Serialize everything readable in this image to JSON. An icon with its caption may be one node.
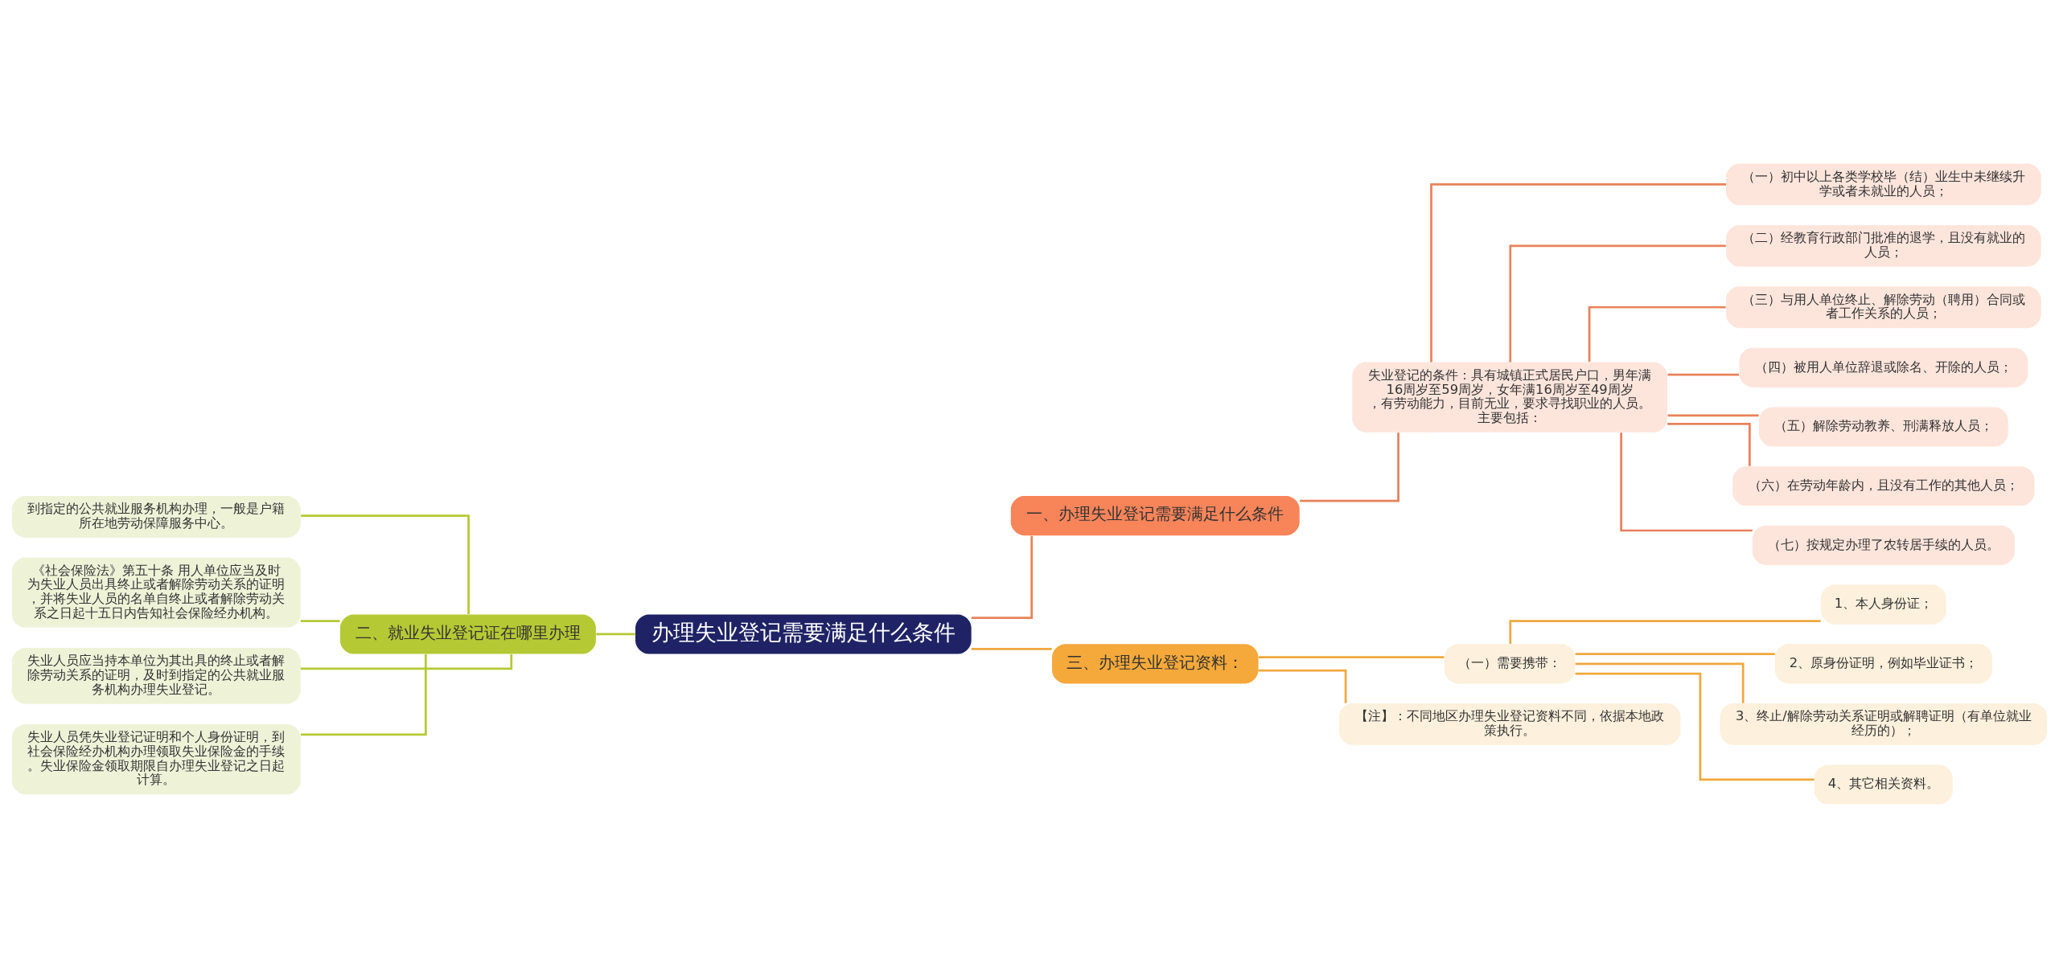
{
  "diagram": {
    "nodes": [
      {
        "text": [
          "办理失业登记需要满足什么条件"
        ]
      },
      {
        "text": [
          "二、就业失业登记证在哪里办理"
        ]
      },
      {
        "text": [
          "到指定的公共就业服务机构办理，一般是户籍所在地劳动保障服务中心。"
        ]
      },
      {
        "text": [
          "《社会保险法》第五十条 用人单位应当及时为失业人员出具终止或者解除劳动关系的证明，并将失业人员的名单自终止或者解除劳动关系之日起十五日内告知社会保险经办机构。"
        ]
      },
      {
        "text": [
          "失业人员应当持本单位为其出具的终止或者解除劳动关系的证明，及时到指定的公共就业服务机构办理失业登记。"
        ]
      },
      {
        "text": [
          "失业人员凭失业登记证明和个人身份证明，到社会保险经办机构办理领取失业保险金的手续。失业保险金领取期限自办理失业登记之日起计算。"
        ]
      },
      {
        "text": [
          "一、办理失业登记需要满足什么条件"
        ]
      },
      {
        "text": [
          "失业登记的条件：具有城镇正式居民户口，男年满16周岁至59周岁，女年满16周岁至49周岁，有劳动能力，目前无业，要求寻找职业的人员。主要包括："
        ]
      },
      {
        "text": [
          "（一）初中以上各类学校毕（结）业生中未继续升学或者未就业的人员；"
        ]
      },
      {
        "text": [
          "（二）经教育行政部门批准的退学，且没有就业的人员；"
        ]
      },
      {
        "text": [
          "（三）与用人单位终止、解除劳动（聘用）合同或者工作关系的人员；"
        ]
      },
      {
        "text": [
          "（四）被用人单位辞退或除名、开除的人员；"
        ]
      },
      {
        "text": [
          "（五）解除劳动教养、刑满释放人员；"
        ]
      },
      {
        "text": [
          "（六）在劳动年龄内，且没有工作的其他人员；"
        ]
      },
      {
        "text": [
          "（七）按规定办理了农转居手续的人员。"
        ]
      },
      {
        "text": [
          "三、办理失业登记资料："
        ]
      },
      {
        "text": [
          "（一）需要携带："
        ]
      },
      {
        "text": [
          "1、本人身份证；"
        ]
      },
      {
        "text": [
          "2、原身份证明，例如毕业证书；"
        ]
      },
      {
        "text": [
          "3、终止/解除劳动关系证明或解聘证明（有单位就业经历的）；"
        ]
      },
      {
        "text": [
          "4、其它相关资料。"
        ]
      },
      {
        "text": [
          "【注】：不同地区办理失业登记资料不同，依据本地政策执行。"
        ]
      }
    ],
    "edges": [
      {
        "from": 1,
        "to": 0,
        "arrow": "none",
        "color": "#b5c934"
      },
      {
        "from": 2,
        "to": 1,
        "arrow": "none",
        "color": "#b5c934"
      },
      {
        "from": 3,
        "to": 1,
        "arrow": "none",
        "color": "#b5c934"
      },
      {
        "from": 4,
        "to": 1,
        "arrow": "none",
        "color": "#b5c934"
      },
      {
        "from": 5,
        "to": 1,
        "arrow": "none",
        "color": "#b5c934"
      },
      {
        "from": 0,
        "to": 6,
        "arrow": "none",
        "color": "#e8825a"
      },
      {
        "from": 6,
        "to": 7,
        "arrow": "none",
        "color": "#e8825a"
      },
      {
        "from": 7,
        "to": 8,
        "arrow": "none",
        "color": "#e8825a"
      },
      {
        "from": 7,
        "to": 9,
        "arrow": "none",
        "color": "#e8825a"
      },
      {
        "from": 7,
        "to": 10,
        "arrow": "none",
        "color": "#e8825a"
      },
      {
        "from": 7,
        "to": 11,
        "arrow": "none",
        "color": "#e8825a"
      },
      {
        "from": 7,
        "to": 12,
        "arrow": "none",
        "color": "#e8825a"
      },
      {
        "from": 7,
        "to": 13,
        "arrow": "none",
        "color": "#e8825a"
      },
      {
        "from": 7,
        "to": 14,
        "arrow": "none",
        "color": "#e8825a"
      },
      {
        "from": 0,
        "to": 15,
        "arrow": "none",
        "color": "#f0a83c"
      },
      {
        "from": 15,
        "to": 16,
        "arrow": "none",
        "color": "#f0a83c"
      },
      {
        "from": 16,
        "to": 17,
        "arrow": "none",
        "color": "#f0a83c"
      },
      {
        "from": 16,
        "to": 18,
        "arrow": "none",
        "color": "#f0a83c"
      },
      {
        "from": 16,
        "to": 19,
        "arrow": "none",
        "color": "#f0a83c"
      },
      {
        "from": 16,
        "to": 20,
        "arrow": "none",
        "color": "#f0a83c"
      },
      {
        "from": 15,
        "to": 21,
        "arrow": "none",
        "color": "#f0a83c"
      }
    ]
  }
}
